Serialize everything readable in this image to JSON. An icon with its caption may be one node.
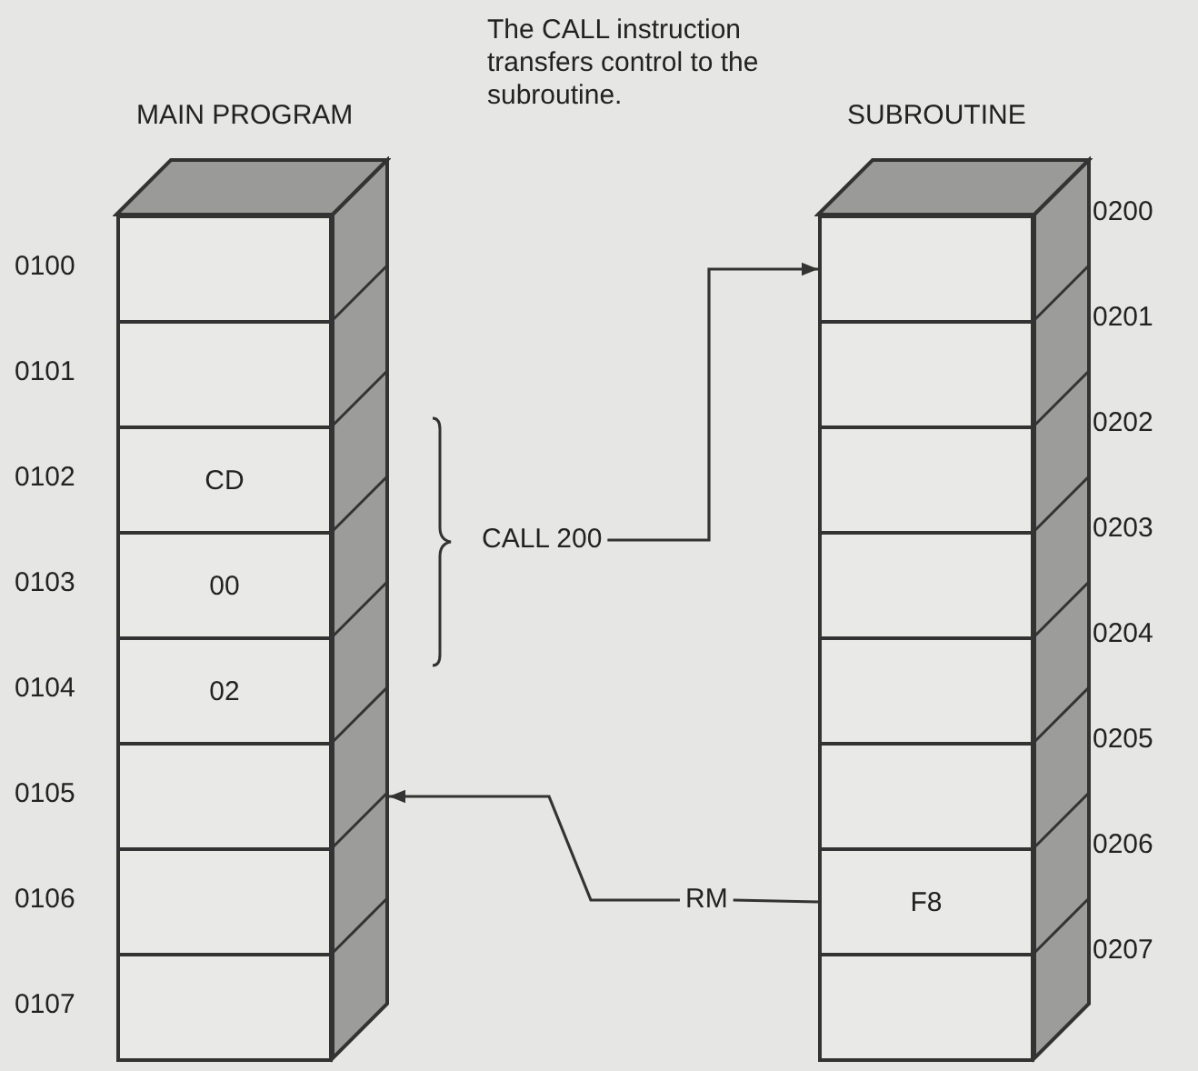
{
  "diagram": {
    "nodes": [
      {
        "text": [
          "MAIN PROGRAM"
        ]
      },
      {
        "text": [],
        "shape": "box",
        "in": 0,
        "beside": [
          "0100"
        ]
      },
      {
        "text": [],
        "shape": "box",
        "in": 0,
        "beside": [
          "0101"
        ]
      },
      {
        "text": [
          "CD"
        ],
        "in": 0,
        "beside": [
          "0102"
        ]
      },
      {
        "text": [
          "00"
        ],
        "in": 0,
        "beside": [
          "0103"
        ]
      },
      {
        "text": [
          "02"
        ],
        "in": 0,
        "beside": [
          "0104"
        ]
      },
      {
        "text": [],
        "shape": "box",
        "in": 0,
        "beside": [
          "0105"
        ]
      },
      {
        "text": [],
        "shape": "box",
        "in": 0,
        "beside": [
          "0106"
        ]
      },
      {
        "text": [],
        "shape": "box",
        "in": 0,
        "beside": [
          "0107"
        ]
      },
      {
        "text": [
          "SUBROUTINE"
        ]
      },
      {
        "text": [],
        "shape": "box",
        "in": 9,
        "beside": [
          "0200"
        ]
      },
      {
        "text": [],
        "shape": "box",
        "in": 9,
        "beside": [
          "0201"
        ]
      },
      {
        "text": [],
        "shape": "box",
        "in": 9,
        "beside": [
          "0202"
        ]
      },
      {
        "text": [],
        "shape": "box",
        "in": 9,
        "beside": [
          "0203"
        ]
      },
      {
        "text": [],
        "shape": "box",
        "in": 9,
        "beside": [
          "0204"
        ]
      },
      {
        "text": [],
        "shape": "box",
        "in": 9,
        "beside": [
          "0205"
        ]
      },
      {
        "text": [
          "F8"
        ],
        "in": 9,
        "beside": [
          "0206"
        ]
      },
      {
        "text": [],
        "shape": "box",
        "in": 9,
        "beside": [
          "0207"
        ]
      },
      {
        "text": [
          "CALL 200"
        ]
      },
      {
        "text": [
          "RM"
        ]
      }
    ],
    "edges": [
      {
        "from": 18,
        "to": 10,
        "arrow": "to"
      },
      {
        "from": 19,
        "to": 6,
        "arrow": "to"
      },
      {
        "from": 19,
        "to": 16,
        "arrow": "none"
      }
    ],
    "labels": [
      "The CALL instruction transfers control to the subroutine."
    ]
  }
}
